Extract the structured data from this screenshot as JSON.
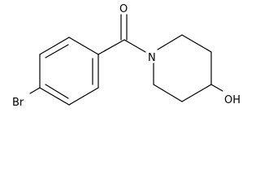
{
  "molecule": {
    "atoms": {
      "oxygen_carbonyl": "O",
      "nitrogen": "N",
      "bromine": "Br",
      "hydroxyl": "OH"
    }
  }
}
